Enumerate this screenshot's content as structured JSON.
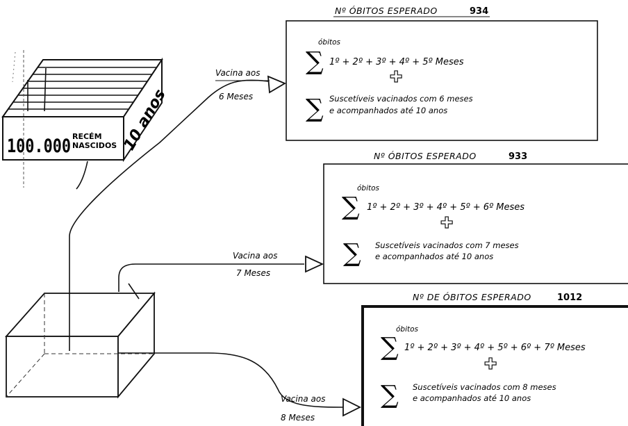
{
  "box_label": {
    "count": "100.000",
    "line1": "RECÉM",
    "line2": "NASCIDOS",
    "duration": "10 anos"
  },
  "routes": [
    {
      "vaccine_line1": "Vacina aos",
      "vaccine_line2": "6 Meses",
      "header_prefix": "Nº ÓBITOS ESPERADO",
      "header_value": "934",
      "obitos_label": "óbitos",
      "formula": "1º + 2º + 3º + 4º + 5º Meses",
      "susceptible_line1": "Suscetíveis vacinados com 6 meses",
      "susceptible_line2": "e acompanhados até 10 anos"
    },
    {
      "vaccine_line1": "Vacina aos",
      "vaccine_line2": "7 Meses",
      "header_prefix": "Nº ÓBITOS ESPERADO",
      "header_value": "933",
      "obitos_label": "óbitos",
      "formula": "1º + 2º + 3º + 4º + 5º + 6º Meses",
      "susceptible_line1": "Suscetíveis vacinados com 7 meses",
      "susceptible_line2": "e acompanhados até 10 anos"
    },
    {
      "vaccine_line1": "Vacina aos",
      "vaccine_line2": "8 Meses",
      "header_prefix": "Nº DE ÓBITOS ESPERADO",
      "header_value": "1012",
      "obitos_label": "óbitos",
      "formula": "1º + 2º + 3º + 4º + 5º + 6º + 7º Meses",
      "susceptible_line1": "Suscetíveis vacinados com 8 meses",
      "susceptible_line2": "e acompanhados até 10 anos"
    }
  ],
  "sigma_symbol": "∑",
  "plus_symbol": "✚"
}
